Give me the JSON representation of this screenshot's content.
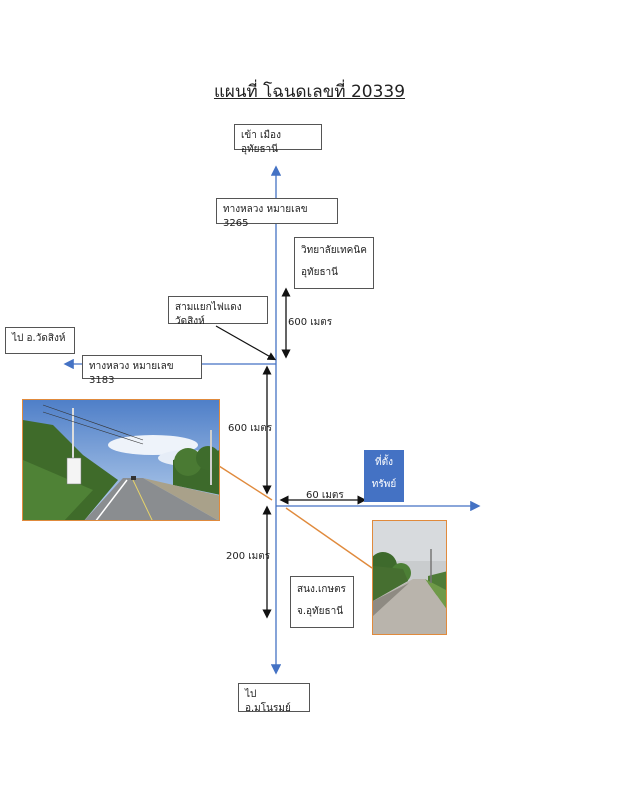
{
  "title": "แผนที่ โฉนดเลขที่ 20339",
  "labels": {
    "north": "เข้า เมืองอุทัยธานี",
    "road_3265": "ทางหลวง หมายเลข 3265",
    "college_line1": "วิทยาลัยเทคนิค",
    "college_line2": "อุทัยธานี",
    "intersection": "สามแยกไฟแดงวัดสิงห์",
    "dist_600_top": "600 เมตร",
    "to_wat_sing": "ไป อ.วัดสิงห์",
    "road_3183": "ทางหลวง หมายเลข 3183",
    "dist_600_mid": "600 เมตร",
    "property_line1": "ที่ตั้ง",
    "property_line2": "ทรัพย์",
    "dist_60": "60 เมตร",
    "dist_200": "200 เมตร",
    "agri_line1": "สนง.เกษตร",
    "agri_line2": "จ.อุทัยธานี",
    "to_manorom": "ไป อ.มโนรมย์"
  },
  "colors": {
    "road_blue": "#4472c4",
    "photo_pointer": "#e08a3c",
    "property_box": "#4472c4"
  }
}
